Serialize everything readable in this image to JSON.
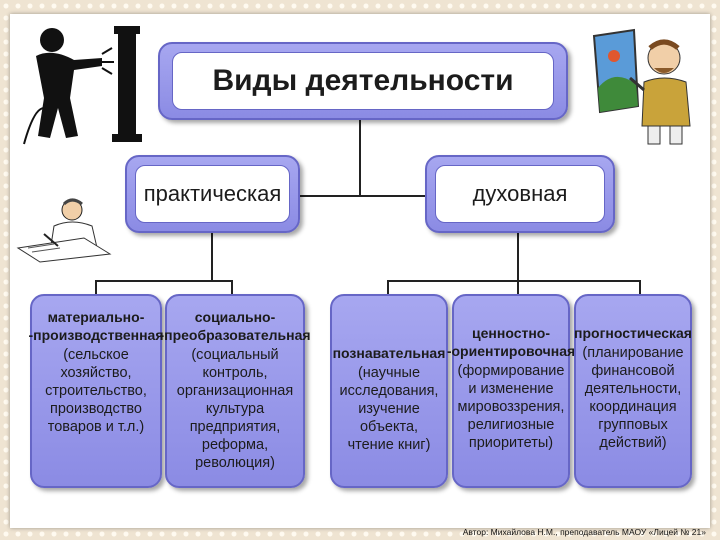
{
  "diagram": {
    "root": "Виды деятельности",
    "practical": "практическая",
    "spiritual": "духовная",
    "leaves": [
      {
        "title": "материально-\n-производственная",
        "desc": "(сельское хозяйство,\nстроительство,\nпроизводство\nтоваров и т.л.)"
      },
      {
        "title": "социально-\n-преобразовательная",
        "desc": "(социальный\nконтроль,\nорганизационная\nкультура\nпредприятия,\nреформа, революция)"
      },
      {
        "title": "познавательная",
        "desc": "(научные\nисследования,\nизучение объекта,\nчтение книг)"
      },
      {
        "title": "ценностно-\n-ориентировочная",
        "desc": "(формирование\nи изменение\nмировоззрения,\nрелигиозные\nприоритеты)"
      },
      {
        "title": "прогностическая",
        "desc": "(планирование\nфинансовой\nдеятельности,\nкоординация\nгрупповых\nдействий)"
      }
    ]
  },
  "footer": "Автор: Михайлова Н.М., преподаватель МАОУ «Лицей № 21»"
}
